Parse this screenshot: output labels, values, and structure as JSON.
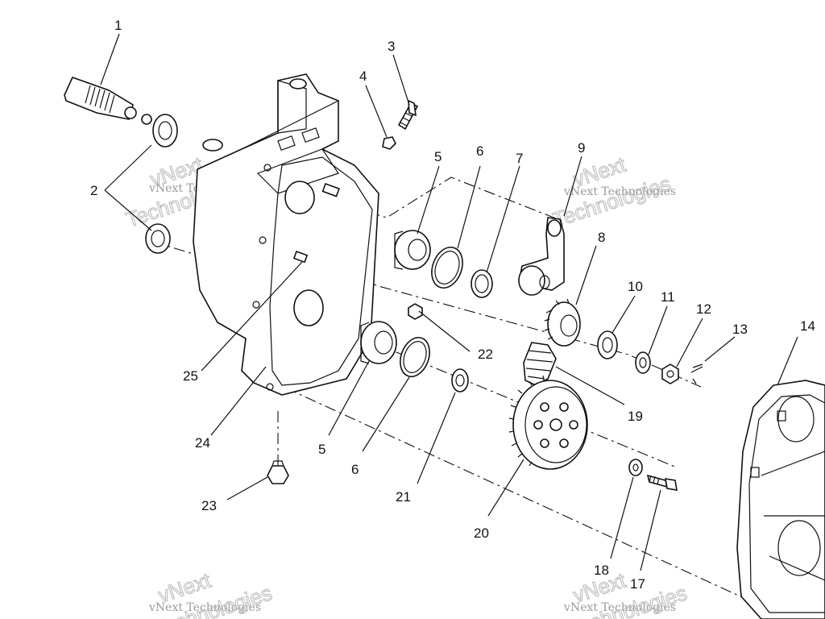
{
  "callouts": {
    "c1": "1",
    "c2": "2",
    "c3": "3",
    "c4": "4",
    "c5a": "5",
    "c5b": "5",
    "c6a": "6",
    "c6b": "6",
    "c7": "7",
    "c8": "8",
    "c9": "9",
    "c10": "10",
    "c11": "11",
    "c12": "12",
    "c13": "13",
    "c14": "14",
    "c17": "17",
    "c18": "18",
    "c19": "19",
    "c20": "20",
    "c21": "21",
    "c22": "22",
    "c23": "23",
    "c24": "24",
    "c25": "25"
  },
  "watermark": {
    "small": "vNext Technologies",
    "large_top": "vNext",
    "large_bottom": "Technologies"
  },
  "colors": {
    "line": "#111111",
    "watermark": "#9a9a9a",
    "background": "#ffffff"
  }
}
